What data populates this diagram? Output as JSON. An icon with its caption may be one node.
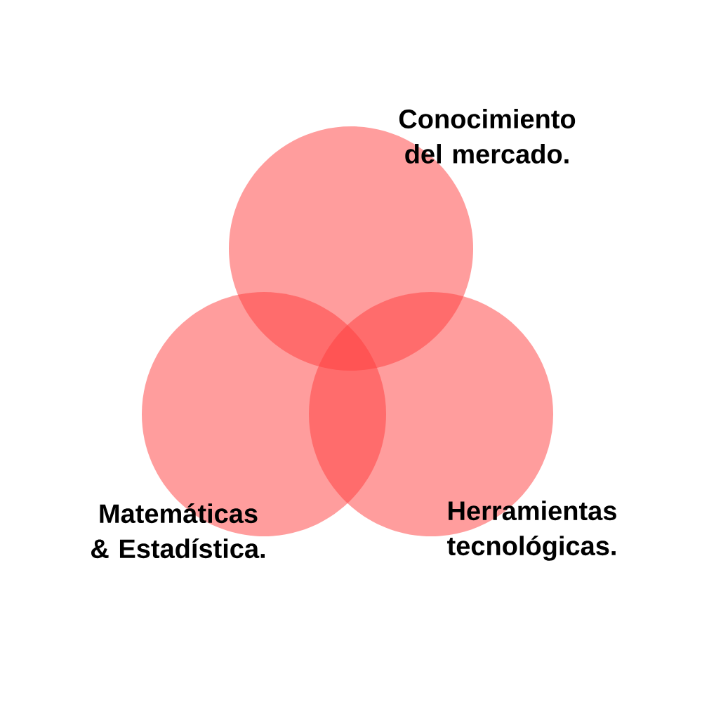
{
  "diagram": {
    "nodes": [
      {
        "text": [
          "Conocimiento del mercado."
        ]
      },
      {
        "text": [
          "Matemáticas & Estadística."
        ]
      },
      {
        "text": [
          "Herramientas tecnológicas."
        ]
      }
    ]
  }
}
